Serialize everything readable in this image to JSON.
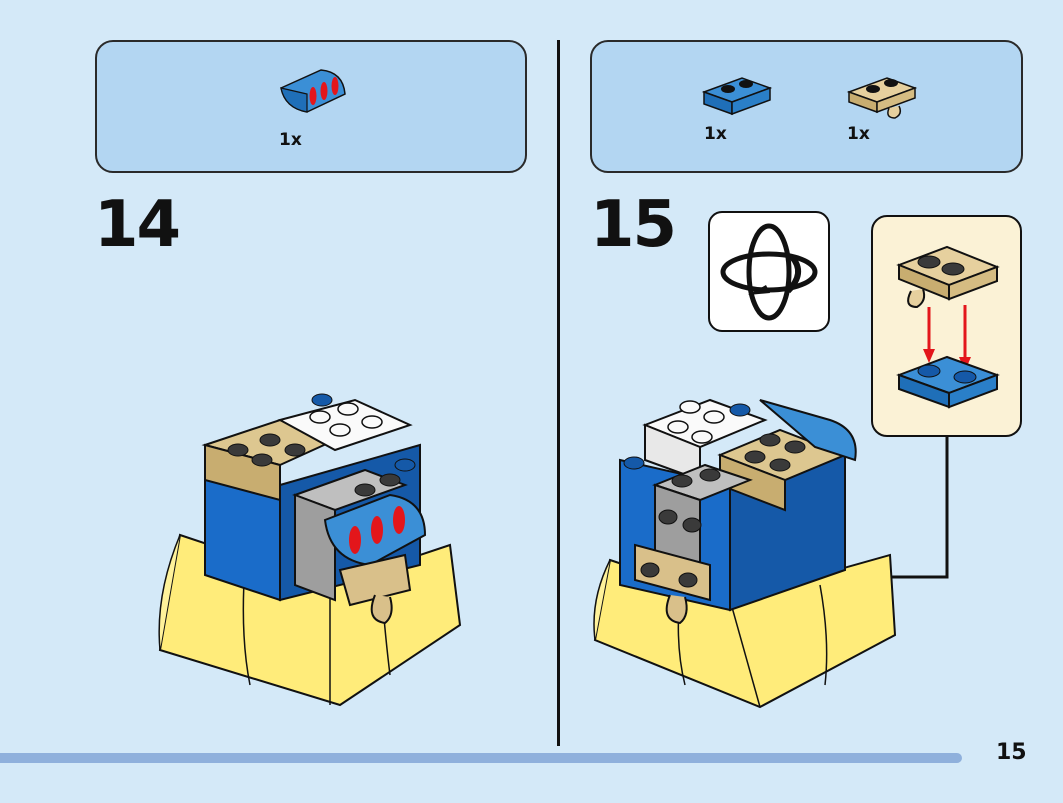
{
  "steps": [
    {
      "number": "14",
      "parts": [
        {
          "qty": "1x",
          "part": "blue-curved-slope-red-print"
        }
      ]
    },
    {
      "number": "15",
      "parts": [
        {
          "qty": "1x",
          "part": "blue-plate-1x2"
        },
        {
          "qty": "1x",
          "part": "tan-plate-1x2-with-clip"
        }
      ]
    }
  ],
  "page_number": "15",
  "colors": {
    "background": "#d4e9f8",
    "parts_box": "#b3d6f2",
    "callout": "#fbf2d6",
    "progress": "#8fb0dc"
  }
}
